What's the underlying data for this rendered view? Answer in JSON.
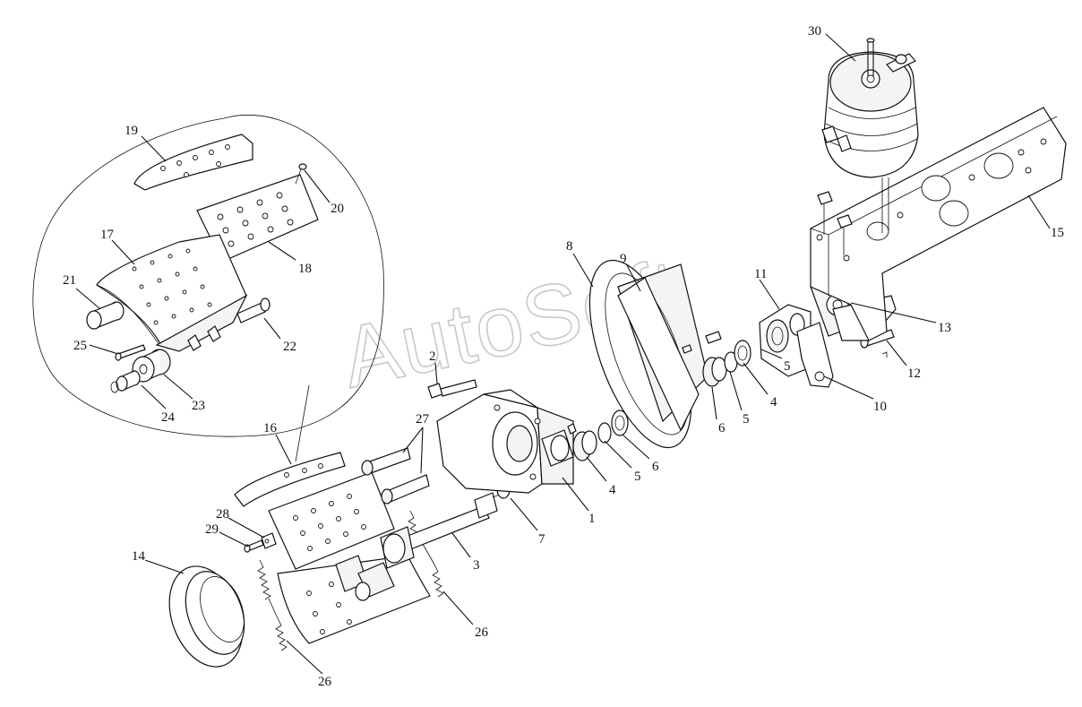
{
  "watermark": "AutoSoft",
  "labels": [
    {
      "id": "1",
      "text": "1"
    },
    {
      "id": "2",
      "text": "2"
    },
    {
      "id": "3",
      "text": "3"
    },
    {
      "id": "4a",
      "text": "4"
    },
    {
      "id": "4b",
      "text": "4"
    },
    {
      "id": "5a",
      "text": "5"
    },
    {
      "id": "5b",
      "text": "5"
    },
    {
      "id": "5c",
      "text": "5"
    },
    {
      "id": "6a",
      "text": "6"
    },
    {
      "id": "6b",
      "text": "6"
    },
    {
      "id": "7",
      "text": "7"
    },
    {
      "id": "8",
      "text": "8"
    },
    {
      "id": "9",
      "text": "9"
    },
    {
      "id": "10",
      "text": "10"
    },
    {
      "id": "11",
      "text": "11"
    },
    {
      "id": "12",
      "text": "12"
    },
    {
      "id": "13",
      "text": "13"
    },
    {
      "id": "14",
      "text": "14"
    },
    {
      "id": "15",
      "text": "15"
    },
    {
      "id": "16",
      "text": "16"
    },
    {
      "id": "17",
      "text": "17"
    },
    {
      "id": "18",
      "text": "18"
    },
    {
      "id": "19",
      "text": "19"
    },
    {
      "id": "20",
      "text": "20"
    },
    {
      "id": "21",
      "text": "21"
    },
    {
      "id": "22",
      "text": "22"
    },
    {
      "id": "23",
      "text": "23"
    },
    {
      "id": "24",
      "text": "24"
    },
    {
      "id": "25",
      "text": "25"
    },
    {
      "id": "26a",
      "text": "26"
    },
    {
      "id": "26b",
      "text": "26"
    },
    {
      "id": "27",
      "text": "27"
    },
    {
      "id": "28",
      "text": "28"
    },
    {
      "id": "29",
      "text": "29"
    },
    {
      "id": "30",
      "text": "30"
    }
  ]
}
